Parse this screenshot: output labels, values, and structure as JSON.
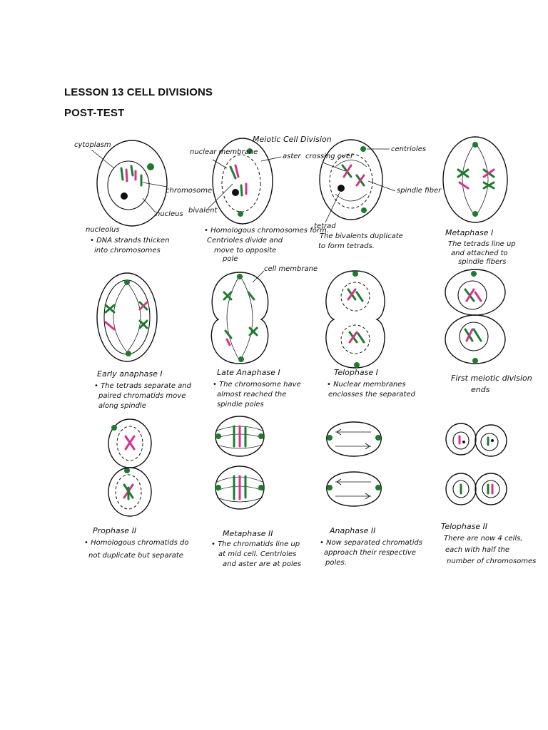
{
  "document": {
    "lesson_title": "LESSON 13 CELL DIVISIONS",
    "section_title": "POST-TEST"
  },
  "figure": {
    "title": "Meiotic Cell Division",
    "labels": {
      "cytoplasm": "cytoplasm",
      "nuclear_membrane": "nuclear membrane",
      "aster": "aster",
      "crossing_over": "crossing over",
      "centrioles": "centrioles",
      "chromosome": "chromosome",
      "spindle_fiber": "spindle fiber",
      "nucleus": "nucleus",
      "bivalent": "bivalent",
      "tetrad": "tetrad",
      "nucleolus": "nucleolus",
      "cell_membrane": "cell membrane"
    },
    "row1": {
      "c1_line1": "• DNA strands thicken",
      "c1_line2": "into chromosomes",
      "c2_line1": "• Homologous chromosomes form.",
      "c2_line2": "Centrioles divide and",
      "c2_line3": "move to opposite",
      "c2_line4": "pole",
      "c3_line1": "The bivalents duplicate",
      "c3_line2": "to form tetrads.",
      "c4_title": "Metaphase I",
      "c4_line1": "The tetrads line up",
      "c4_line2": "and attached to",
      "c4_line3": "spindle fibers"
    },
    "row2": {
      "c1_title": "Early anaphase I",
      "c1_line1": "• The tetrads separate and",
      "c1_line2": "paired chromatids move",
      "c1_line3": "along spindle",
      "c2_title": "Late Anaphase I",
      "c2_line1": "• The chromosome have",
      "c2_line2": "almost reached the",
      "c2_line3": "spindle poles",
      "c3_title": "Telophase I",
      "c3_line1": "• Nuclear membranes",
      "c3_line2": "enclosses the separated",
      "c4_line1": "First meiotic division",
      "c4_line2": "ends"
    },
    "row3": {
      "c1_title": "Prophase II",
      "c1_line1": "• Homologous chromatids do",
      "c1_line2": "not duplicate but separate",
      "c2_title": "Metaphase II",
      "c2_line1": "• The chromatids line up",
      "c2_line2": "at mid cell. Centrioles",
      "c2_line3": "and aster are at poles",
      "c3_title": "Anaphase II",
      "c3_line1": "• Now separated chromatids",
      "c3_line2": "approach their respective",
      "c3_line3": "poles.",
      "c4_title": "Telophase II",
      "c4_line1": "There are now 4 cells,",
      "c4_line2": "each with half the",
      "c4_line3": "number of chromosomes"
    }
  }
}
